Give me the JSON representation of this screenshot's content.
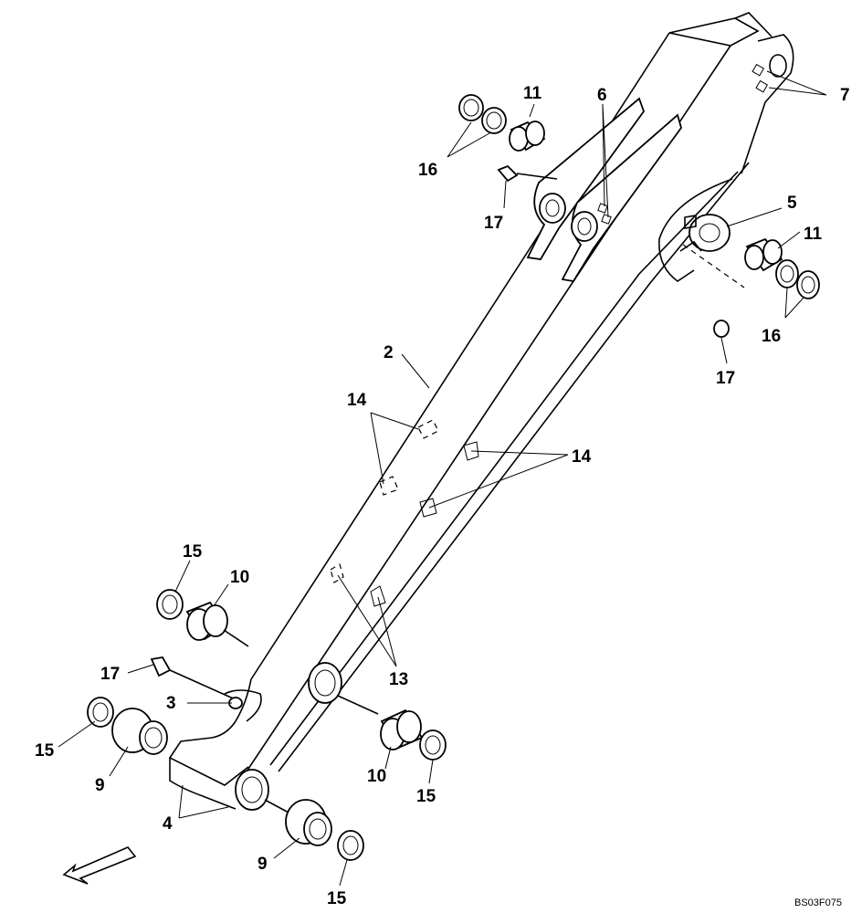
{
  "drawing_code": "BS03F075",
  "callouts": {
    "c2": "2",
    "c3": "3",
    "c4": "4",
    "c5": "5",
    "c6": "6",
    "c7": "7",
    "c9a": "9",
    "c9b": "9",
    "c10a": "10",
    "c10b": "10",
    "c11a": "11",
    "c11b": "11",
    "c13": "13",
    "c14a": "14",
    "c14b": "14",
    "c15a": "15",
    "c15b": "15",
    "c15c": "15",
    "c15d": "15",
    "c16a": "16",
    "c16b": "16",
    "c17a": "17",
    "c17b": "17",
    "c17c": "17"
  },
  "icons": {
    "direction": "front-direction-arrow-icon"
  }
}
